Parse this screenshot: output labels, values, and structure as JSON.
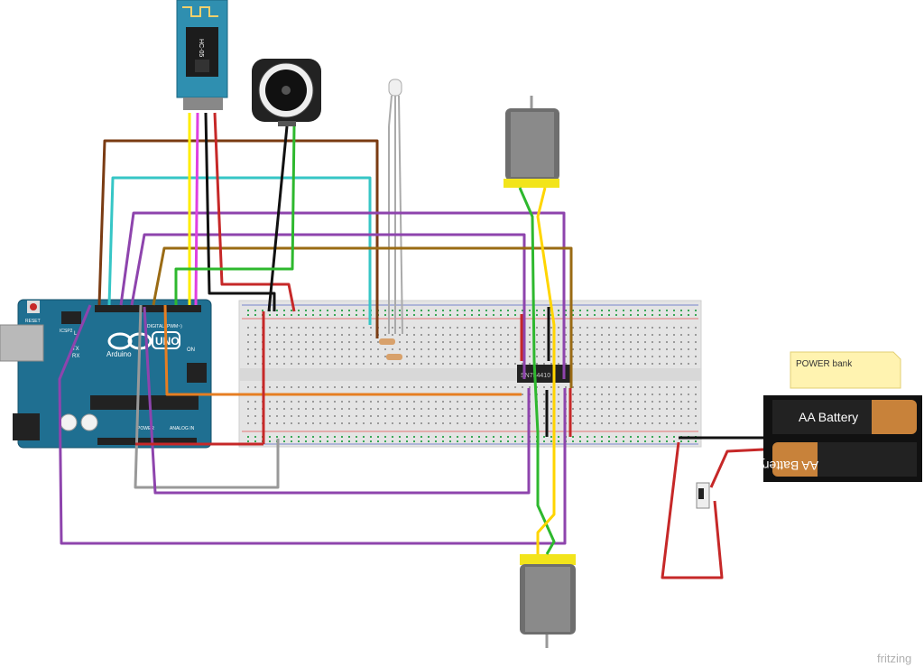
{
  "bluetooth_module": {
    "label": "HC-05"
  },
  "arduino": {
    "brand": "Arduino",
    "model": "UNO",
    "icsp_label": "ICSP2",
    "reset_label": "RESET",
    "power_label": "POWER",
    "analog_label": "ANALOG IN",
    "digital_label": "DIGITAL (PWM~)",
    "led_labels": [
      "L",
      "TX",
      "RX",
      "ON"
    ]
  },
  "driver_ic": {
    "label": "SN754410"
  },
  "battery_pack": {
    "top_label": "AA Battery",
    "bottom_label": "AA Battery"
  },
  "note": {
    "text": "POWER bank"
  },
  "watermark": {
    "text": "fritzing"
  },
  "colors": {
    "board": "#1f6f91",
    "breadboard": "#e6e6e6",
    "rail_red": "#d32f2f",
    "rail_blue": "#3f51b5",
    "motor_body": "#6e6e6e",
    "motor_cap": "#f2e41b",
    "note": "#fff3b0"
  }
}
